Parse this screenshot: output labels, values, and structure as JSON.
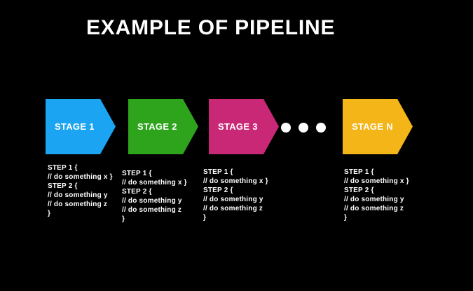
{
  "title": "EXAMPLE OF PIPELINE",
  "background_color": "#000000",
  "text_color": "#ffffff",
  "stages": [
    {
      "label": "STAGE 1",
      "color": "#1AA4F2",
      "code": "STEP 1 {\n// do something x }\nSTEP 2 {\n// do something y\n// do something z\n}"
    },
    {
      "label": "STAGE 2",
      "color": "#2EA41D",
      "code": "STEP 1 {\n// do something x }\nSTEP 2 {\n// do something y\n// do something z\n}"
    },
    {
      "label": "STAGE 3",
      "color": "#C92877",
      "code": "STEP 1 {\n// do something x }\nSTEP 2 {\n// do something y\n// do something z\n}"
    },
    {
      "label": "STAGE N",
      "color": "#F3B517",
      "code": "STEP 1 {\n// do something x }\nSTEP 2 {\n// do something y\n// do something z\n}"
    }
  ],
  "ellipsis": {
    "dot_count": 3,
    "color": "#ffffff"
  }
}
